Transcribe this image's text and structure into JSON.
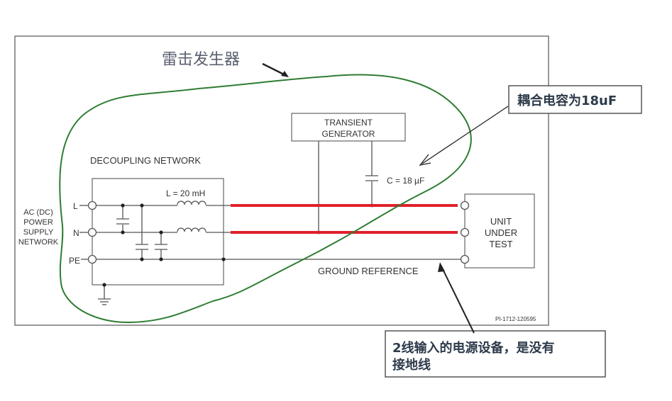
{
  "title_annotation": "雷击发生器",
  "callouts": {
    "coupling_cap": "耦合电容为18uF",
    "two_wire_line1": "2线输入的电源设备，是没有",
    "two_wire_line2": "接地线"
  },
  "labels": {
    "decoupling_network": "DECOUPLING NETWORK",
    "transient_generator_line1": "TRANSIENT",
    "transient_generator_line2": "GENERATOR",
    "capacitor_value": "C = 18 µF",
    "inductor_value": "L = 20 mH",
    "supply_line1": "AC (DC)",
    "supply_line2": "POWER",
    "supply_line3": "SUPPLY",
    "supply_line4": "NETWORK",
    "terminal_l": "L",
    "terminal_n": "N",
    "terminal_pe": "PE",
    "uut_line1": "UNIT",
    "uut_line2": "UNDER",
    "uut_line3": "TEST",
    "ground_reference": "GROUND REFERENCE",
    "figure_id": "PI-1712-120595"
  },
  "colors": {
    "wire": "#555555",
    "highlight_line": "#e0202a",
    "loop": "#2e7d32",
    "callout_text": "#2d3a4a"
  }
}
